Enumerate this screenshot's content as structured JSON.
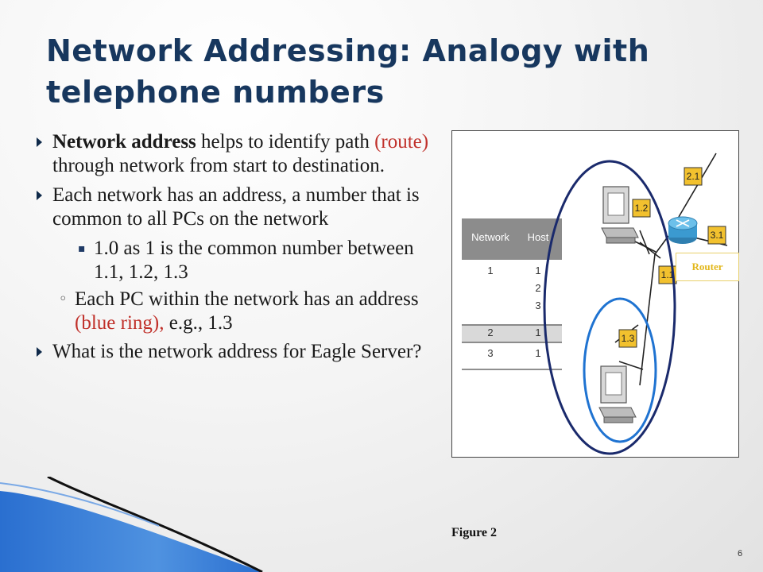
{
  "slide": {
    "title": "Network Addressing:  Analogy with telephone numbers",
    "slide_number": "6"
  },
  "bullets": {
    "b1": {
      "bold": "Network address",
      "pre": " helps to identify path ",
      "red": "(route)",
      "post": " through network from start to destination."
    },
    "b2": {
      "text": "Each network has an address, a number  that is common  to all PCs on the network"
    },
    "b3": {
      "text": "1.0 as 1 is the common  number between 1.1, 1.2, 1.3"
    },
    "b4": {
      "pre": "Each PC within the network has an address ",
      "red": "(blue ring),",
      "post": " e.g., 1.3"
    },
    "b5": {
      "text": "What is the network address for Eagle Server?"
    }
  },
  "figure": {
    "caption": "Figure 2",
    "router_label": "Router",
    "table": {
      "headers": [
        "Network",
        "Host"
      ],
      "rows": [
        [
          "1",
          "1"
        ],
        [
          "",
          "2"
        ],
        [
          "",
          "3"
        ],
        [
          "2",
          "1"
        ],
        [
          "3",
          "1"
        ]
      ]
    },
    "tags": {
      "pc_top": "1.2",
      "pc_bottom": "1.3",
      "router_link": "1.1",
      "link_up": "2.1",
      "link_right": "3.1"
    },
    "colors": {
      "outer_ring": "#1a2a6c",
      "inner_ring": "#1f73d1",
      "tag_fill": "#f2c12e"
    }
  },
  "colors": {
    "title": "#17375e",
    "highlight": "#c0302a",
    "router_label": "#e2b71a",
    "bullet_marker": "#0f2a4a"
  },
  "icons": {
    "level1": "triangle-bullet-icon",
    "level2": "dot-bullet-icon",
    "level2b": "circle-bullet-icon"
  }
}
